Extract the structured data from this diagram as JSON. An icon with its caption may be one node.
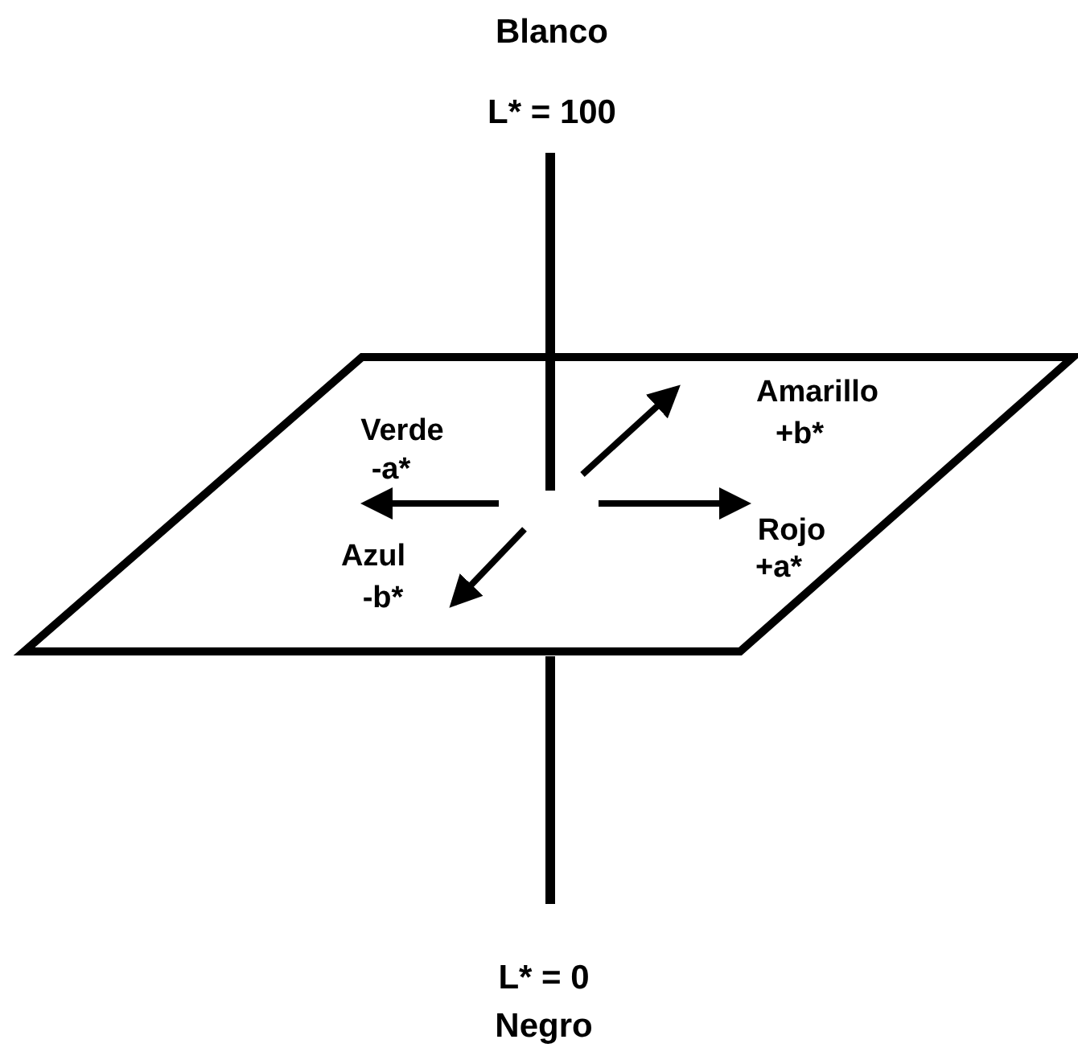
{
  "diagram": {
    "labels": [
      "Blanco",
      "L* = 100",
      "Amarillo",
      "+b*",
      "Verde",
      "-a*",
      "Rojo",
      "+a*",
      "Azul",
      "-b*",
      "L* = 0",
      "Negro"
    ]
  }
}
